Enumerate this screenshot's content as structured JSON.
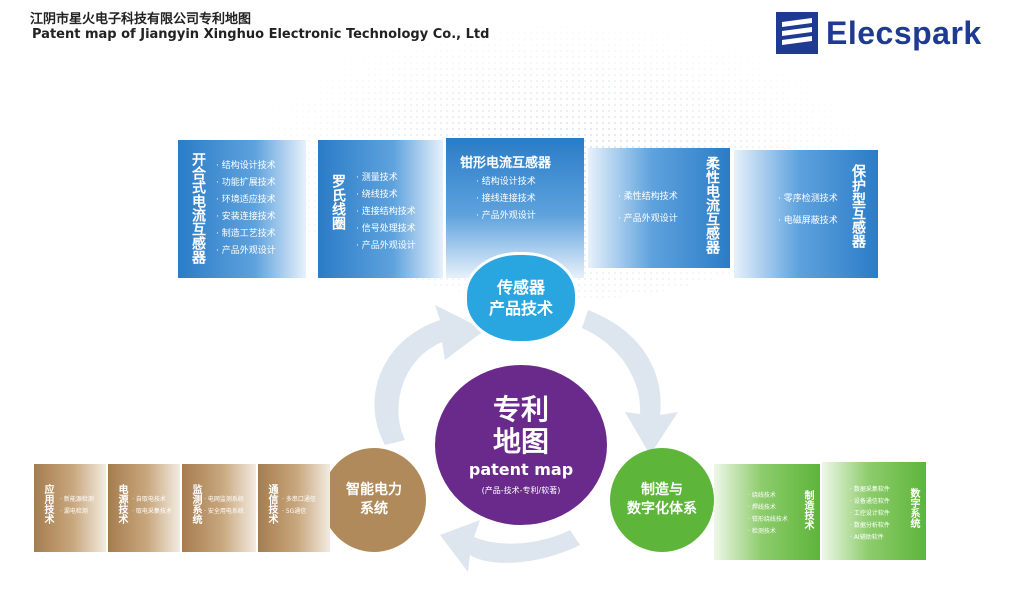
{
  "header": {
    "title_cn": "江阴市星火电子科技有限公司专利地图",
    "title_en": "Patent map of Jiangyin Xinghuo Electronic Technology Co., Ltd"
  },
  "logo": {
    "name": "Elecspark",
    "icon": "logo-stripes-icon"
  },
  "center": {
    "title_line1": "专利",
    "title_line2": "地图",
    "subtitle": "patent map",
    "note": "(产品-技术-专利/软著)"
  },
  "hubs": {
    "sensor": {
      "line1": "传感器",
      "line2": "产品技术"
    },
    "manufacturing": {
      "line1": "制造与",
      "line2": "数字化体系"
    },
    "smart_power": {
      "line1": "智能电力",
      "line2": "系统"
    }
  },
  "top_panels": [
    {
      "title": "开合式电流互感器",
      "items": [
        "· 结构设计技术",
        "· 功能扩展技术",
        "· 环境适应技术",
        "· 安装连接技术",
        "· 制造工艺技术",
        "· 产品外观设计"
      ]
    },
    {
      "title": "罗氏线圈",
      "items": [
        "· 测量技术",
        "· 绕线技术",
        "· 连接结构技术",
        "· 信号处理技术",
        "· 产品外观设计"
      ]
    },
    {
      "title": "钳形电流互感器",
      "items": [
        "· 结构设计技术",
        "· 接线连接技术",
        "· 产品外观设计"
      ]
    },
    {
      "title": "柔性电流互感器",
      "items": [
        "· 柔性结构技术",
        "· 产品外观设计"
      ]
    },
    {
      "title": "保护型互感器",
      "items": [
        "· 零序检测技术",
        "· 电磁屏蔽技术"
      ]
    }
  ],
  "bottom_left_panels": [
    {
      "title": "应用技术",
      "items": [
        "· 新能源检测",
        "· 漏电检测"
      ]
    },
    {
      "title": "电源技术",
      "items": [
        "· 自取电技术",
        "· 取电采集技术"
      ]
    },
    {
      "title": "监测系统",
      "items": [
        "· 电网监测系统",
        "· 安全用电系统"
      ]
    },
    {
      "title": "通信技术",
      "items": [
        "· 多串口通信",
        "· 5G通信"
      ]
    }
  ],
  "bottom_right_panels": [
    {
      "title": "制造技术",
      "items": [
        "· 绕线技术",
        "· 焊线技术",
        "· 钳形绕线技术",
        "· 检测技术"
      ]
    },
    {
      "title": "数字系统",
      "items": [
        "· 数据采集软件",
        "· 设备通信软件",
        "· 工控设计软件",
        "· 数据分析软件",
        "· AI辅助软件"
      ]
    }
  ],
  "colors": {
    "blue": "#2a7cc7",
    "cyan": "#29a6e0",
    "purple": "#6a2a8c",
    "green": "#5db53a",
    "brown": "#b08a5a",
    "logo": "#1f3a93"
  }
}
